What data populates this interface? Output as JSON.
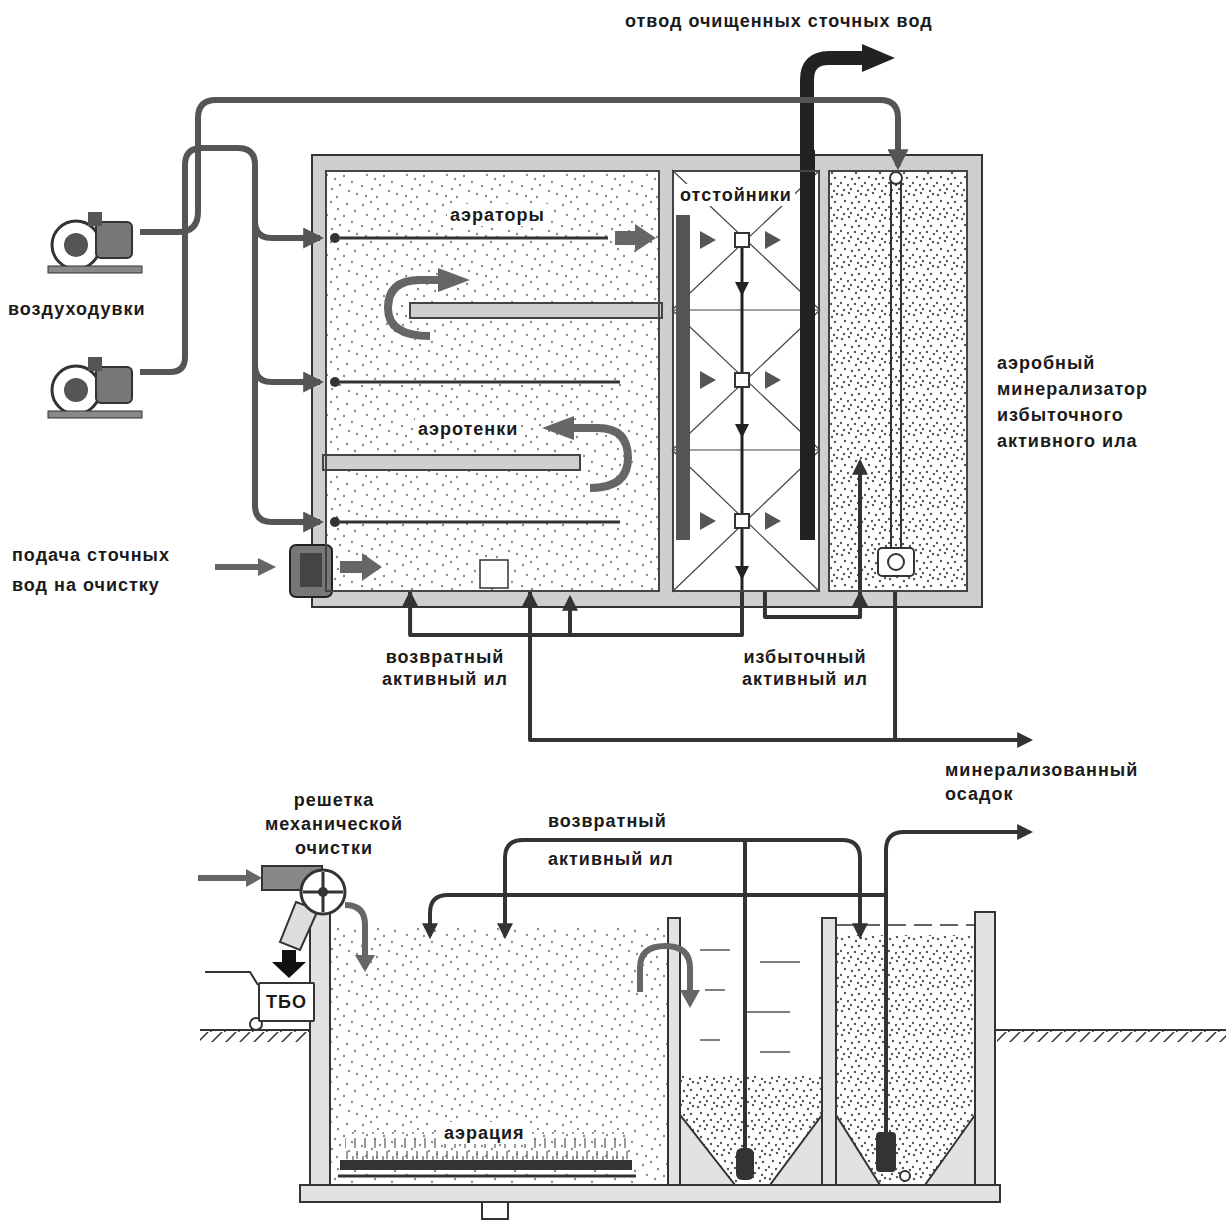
{
  "diagram": {
    "nodes": [
      {
        "text": [
          "аэраторы",
          "аэротенки"
        ]
      },
      {
        "text": [
          "отстойники"
        ]
      },
      {
        "text": [
          "аэробный минерализатор избыточного активного ила"
        ]
      },
      {
        "text": [
          "ТБО"
        ]
      },
      {
        "text": [
          "аэрация"
        ]
      }
    ],
    "edges": [
      {
        "from": 1,
        "to": 0,
        "arrow": "to",
        "label": "возвратный активный ил"
      },
      {
        "from": 1,
        "to": 2,
        "arrow": "to",
        "label": "избыточный активный ил"
      },
      {
        "from": 2,
        "to": 0,
        "arrow": "to"
      }
    ],
    "labels": [
      "отвод очищенных сточных вод",
      "воздуходувки",
      "подача сточных вод на очистку",
      "минерализованный осадок",
      "решетка механической очистки",
      "возвратный активный ил"
    ]
  }
}
